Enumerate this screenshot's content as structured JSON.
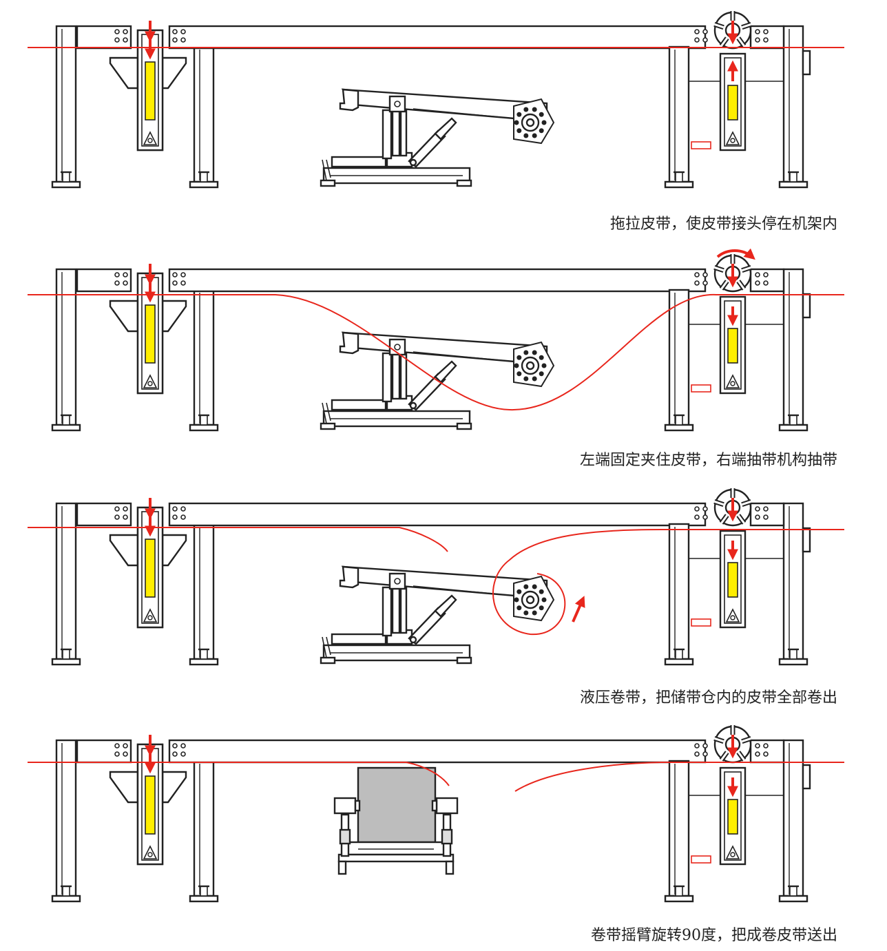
{
  "steps": [
    {
      "caption": "拖拉皮带，使皮带接头停在机架内",
      "belt_state": "straight",
      "arm_state": "tilted"
    },
    {
      "caption": "左端固定夹住皮带，右端抽带机构抽带",
      "belt_state": "sagging-loop",
      "arm_state": "tilted",
      "rotation_arrow": "top-right-clockwise"
    },
    {
      "caption": "液压卷带，把储带仓内的皮带全部卷出",
      "belt_state": "winding-on-roller",
      "arm_state": "tilted",
      "rotation_arrow": "roller-counterclockwise"
    },
    {
      "caption": "卷带摇臂旋转90度，把成卷皮带送出",
      "belt_state": "cut-ends",
      "arm_state": "rotated-90-with-roll"
    }
  ],
  "colors": {
    "belt": "#e8261c",
    "arrow": "#e8261c",
    "cylinder": "#ffee00",
    "frame_stroke": "#222222",
    "roll_fill": "#bdbdbd"
  }
}
